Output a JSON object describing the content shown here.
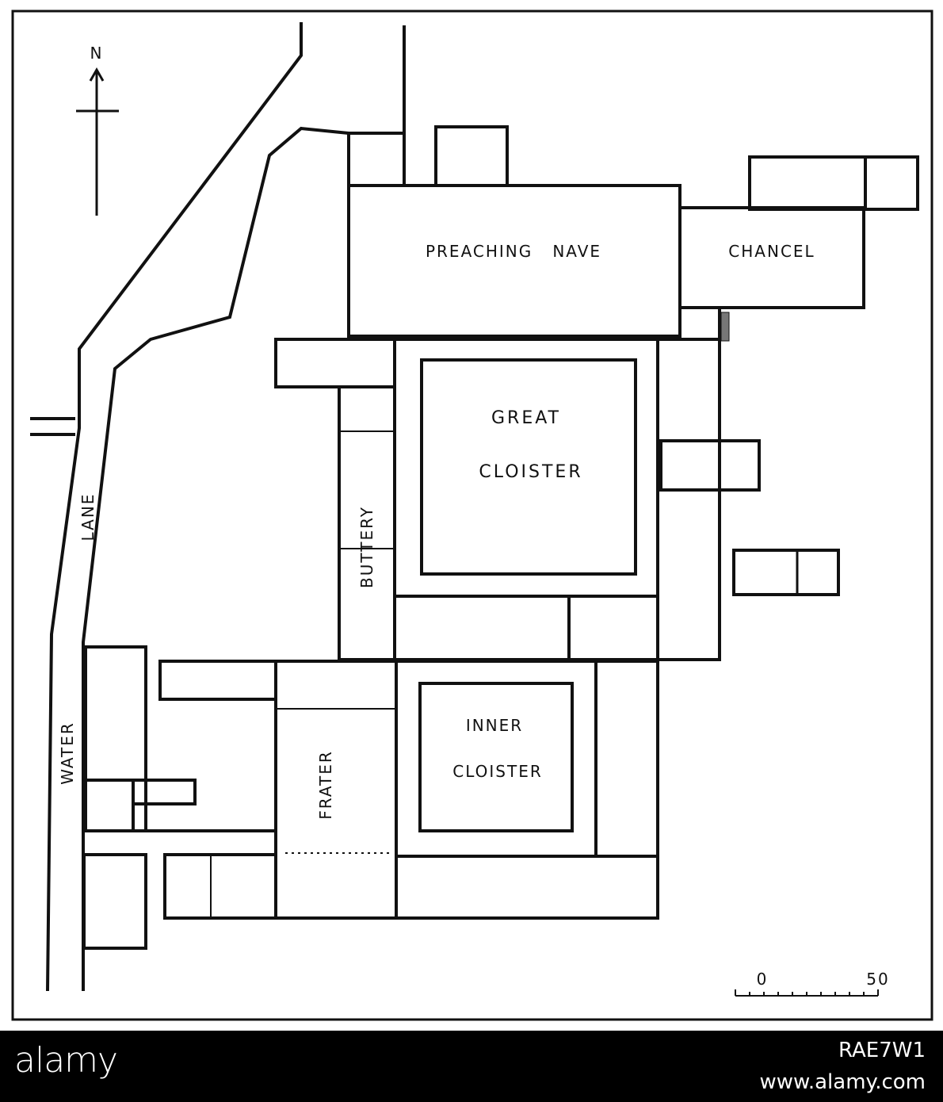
{
  "map": {
    "north_label": "N",
    "rooms": {
      "preaching_nave": "PREACHING   NAVE",
      "chancel": "CHANCEL",
      "great_cloister_line1": "GREAT",
      "great_cloister_line2": "CLOISTER",
      "buttery": "BUTTERY",
      "inner_cloister_line1": "INNER",
      "inner_cloister_line2": "CLOISTER",
      "frater": "FRATER"
    },
    "streets": {
      "lane": "LANE",
      "water": "WATER"
    },
    "scale_bar": {
      "start": "0",
      "end": "50"
    }
  },
  "watermark": {
    "brand": "alamy",
    "image_id": "RAE7W1",
    "url": "www.alamy.com"
  }
}
